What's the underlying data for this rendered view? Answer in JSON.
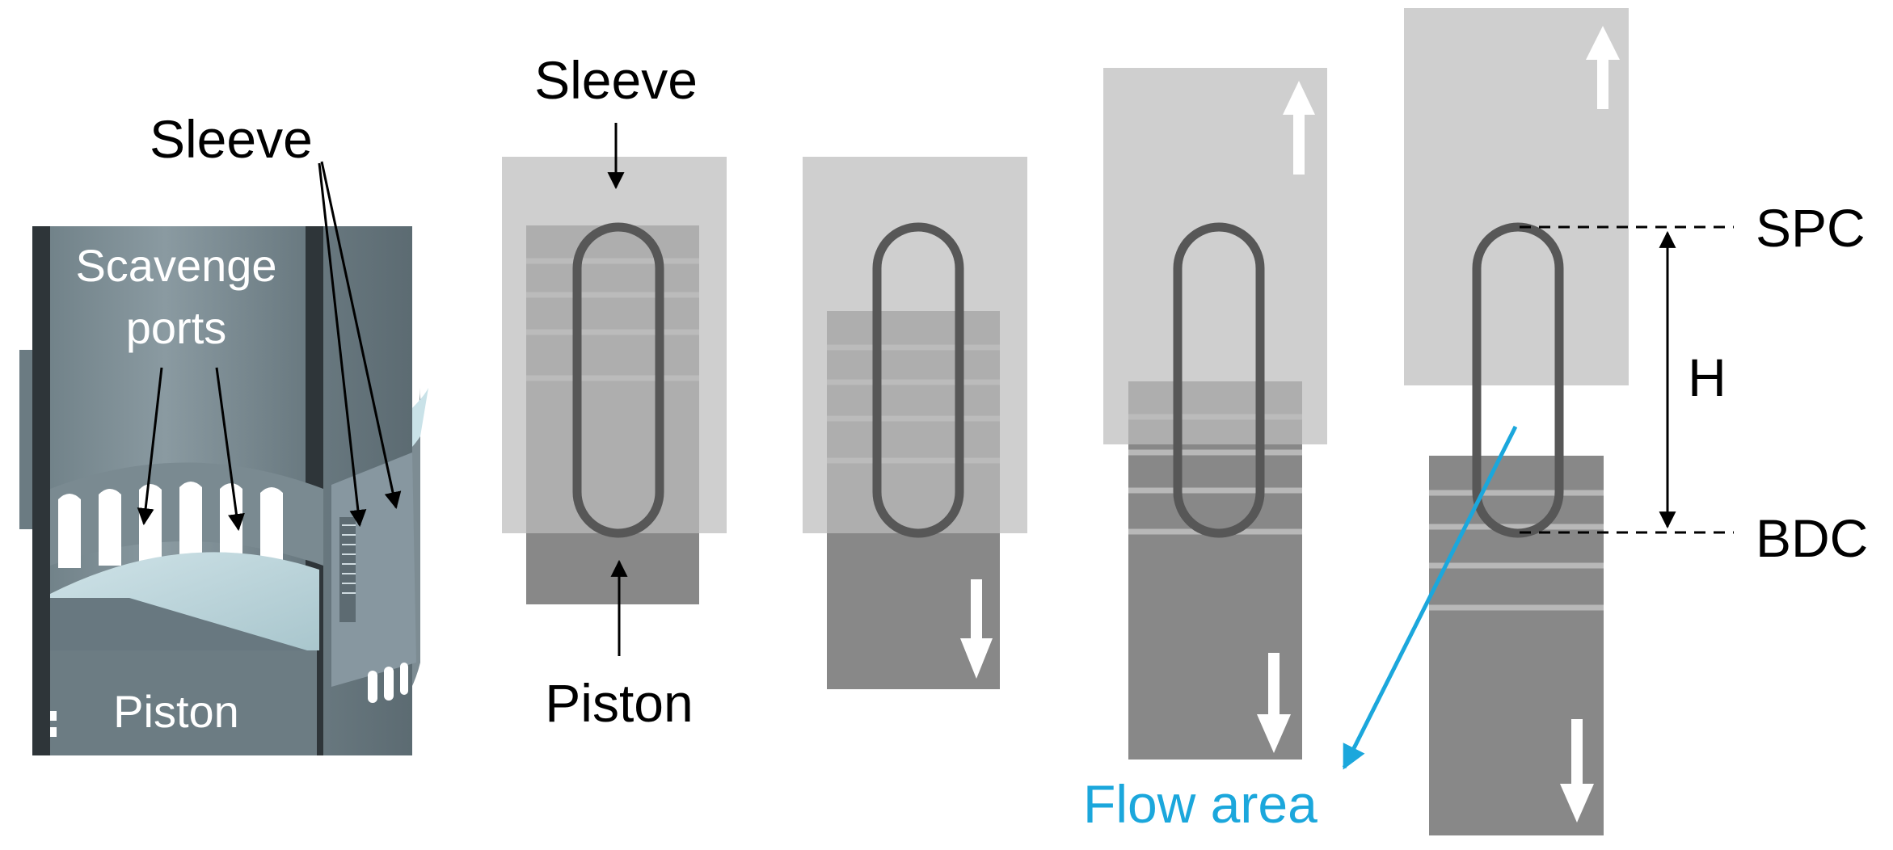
{
  "figure_3d": {
    "sleeve_label": "Sleeve",
    "scavenge_label_line1": "Scavenge",
    "scavenge_label_line2": "ports",
    "piston_label": "Piston"
  },
  "stage1": {
    "sleeve_label": "Sleeve",
    "piston_label": "Piston"
  },
  "stage4": {
    "spc_label": "SPC",
    "bdc_label": "BDC",
    "h_label": "H",
    "flow_area_label": "Flow area"
  },
  "colors": {
    "sleeve": "#bcbcbc",
    "piston": "#888888",
    "port_outline": "#575757",
    "flow_area": "#1ba7dc",
    "arrow": "#ffffff",
    "text": "#000000"
  },
  "icons": {
    "up_arrow": "white-up-arrow-icon",
    "down_arrow": "white-down-arrow-icon"
  }
}
